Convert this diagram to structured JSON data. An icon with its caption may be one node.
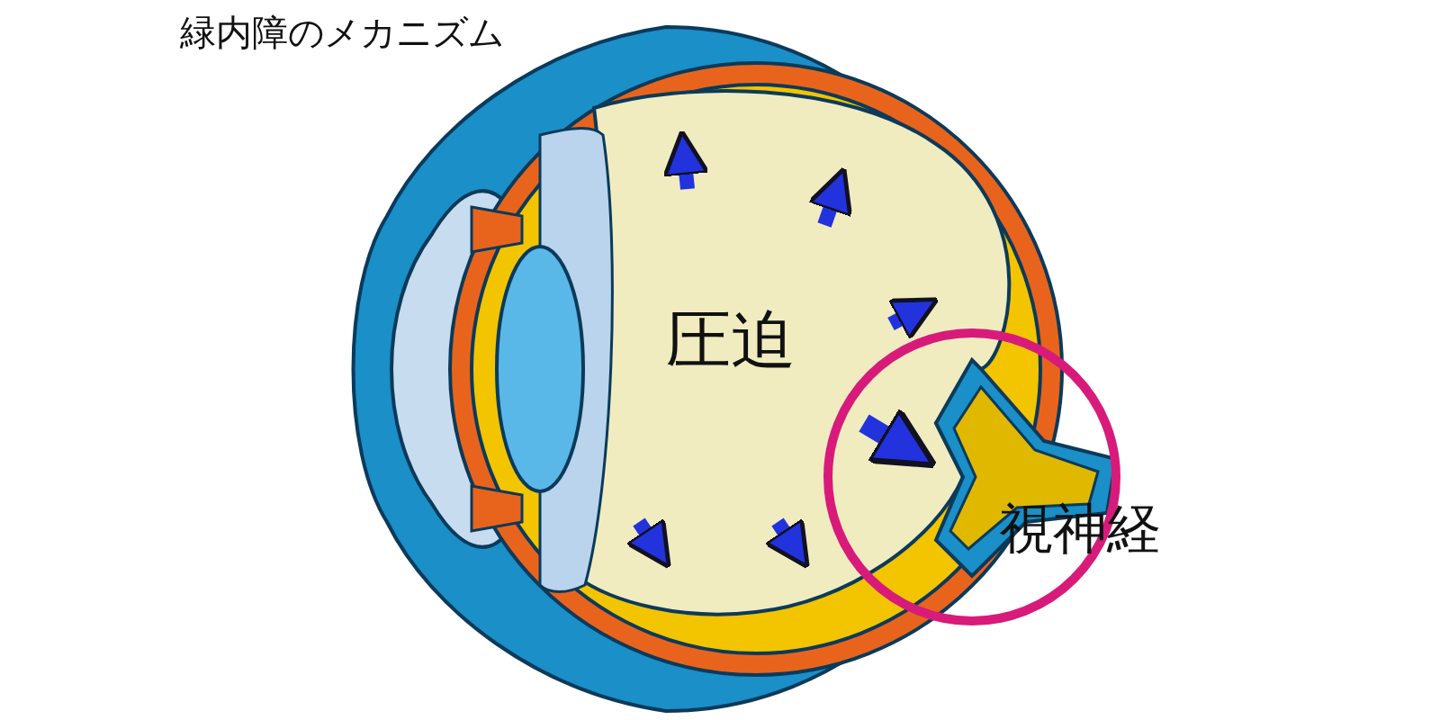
{
  "diagram": {
    "title": "緑内障のメカニズム",
    "labels": [
      "圧迫",
      "視神経"
    ]
  }
}
